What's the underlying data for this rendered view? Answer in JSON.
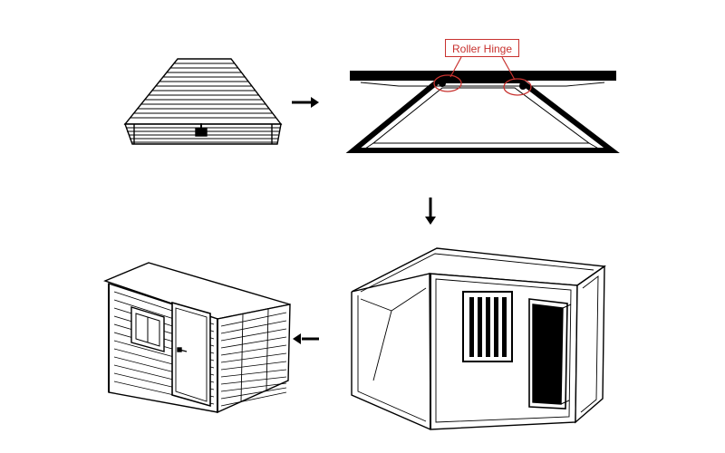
{
  "diagram": {
    "callout_label": "Roller Hinge",
    "colors": {
      "line": "#000000",
      "callout": "#c8322f",
      "background": "#ffffff"
    },
    "steps": [
      {
        "name": "folded-package"
      },
      {
        "name": "roof-lifted-on-roller-hinges"
      },
      {
        "name": "frame-unfolded"
      },
      {
        "name": "panels-installed"
      }
    ],
    "arrows": [
      "right",
      "down",
      "left"
    ]
  }
}
